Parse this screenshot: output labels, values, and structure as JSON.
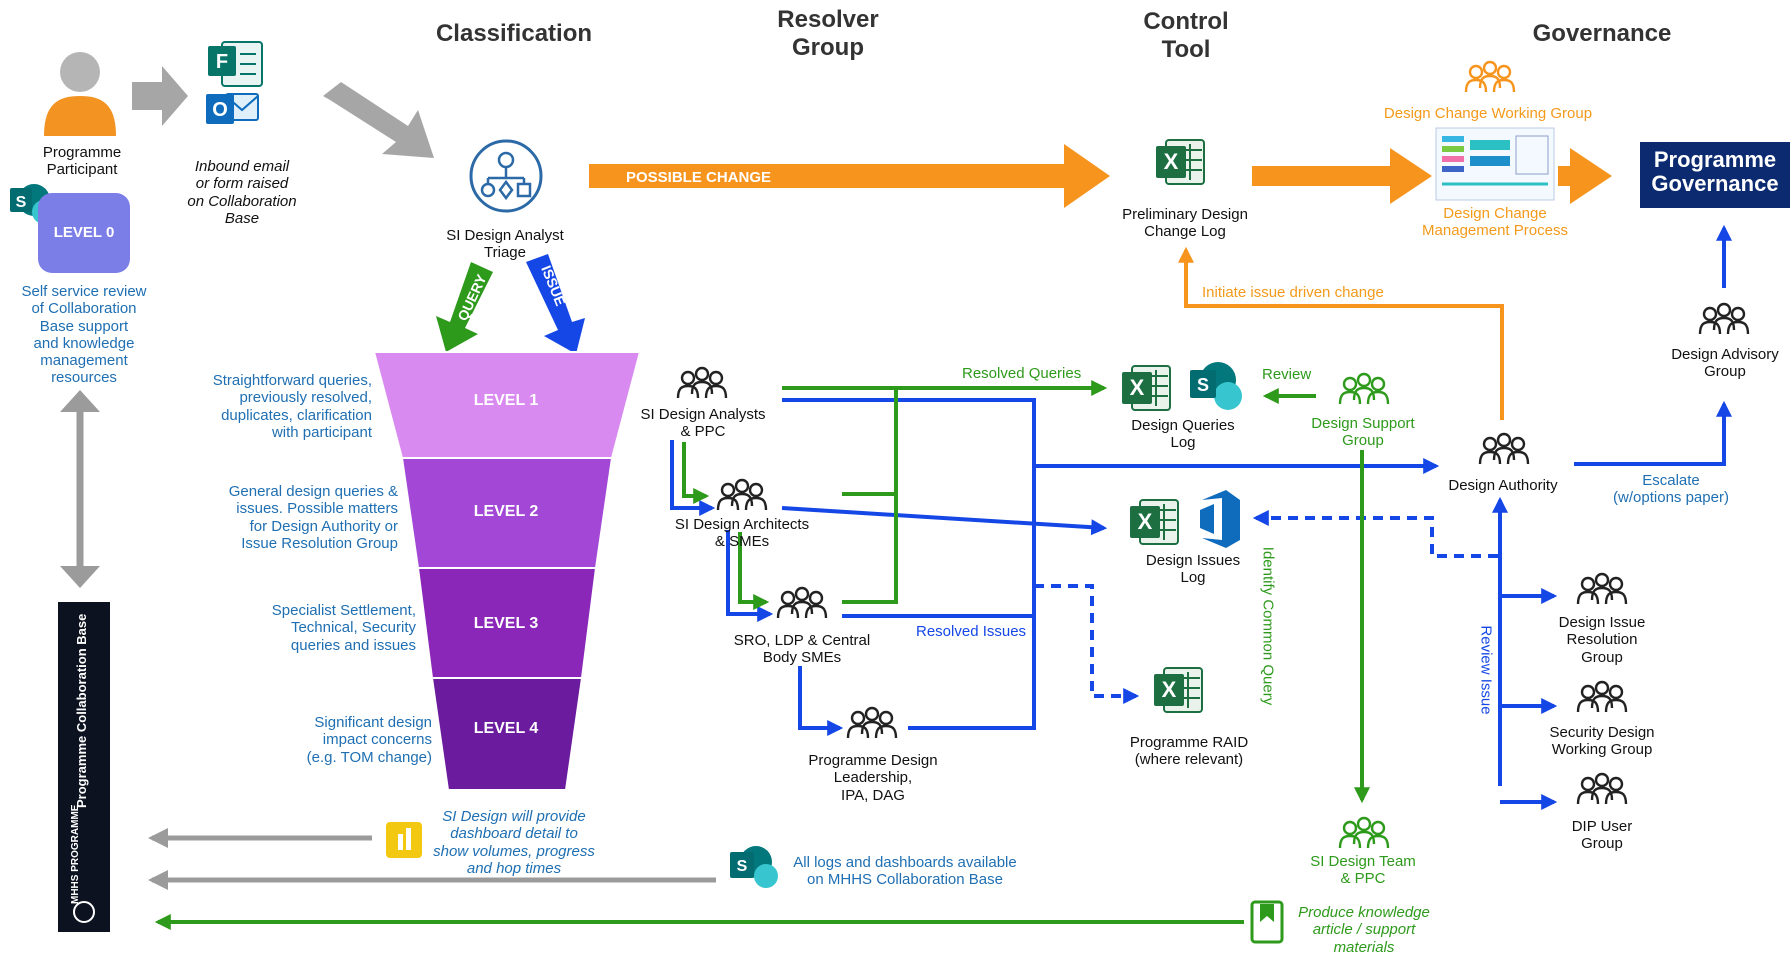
{
  "headers": {
    "classification": "Classification",
    "resolver_group": "Resolver\nGroup",
    "control_tool": "Control\nTool",
    "governance": "Governance"
  },
  "left": {
    "participant": "Programme\nParticipant",
    "inbound": "Inbound email\nor form raised\non Collaboration\nBase",
    "level0": "LEVEL 0",
    "self_service": "Self service review\nof Collaboration\nBase support\nand knowledge\nmanagement\nresources",
    "sidebar_title": "Programme Collaboration Base",
    "sidebar_logo": "MHHS PROGRAMME"
  },
  "triage": {
    "label": "SI Design Analyst\nTriage",
    "query": "QUERY",
    "issue": "ISSUE"
  },
  "funnel": {
    "levels": [
      "LEVEL 1",
      "LEVEL 2",
      "LEVEL 3",
      "LEVEL 4"
    ],
    "desc": [
      "Straightforward queries,\npreviously resolved,\nduplicates, clarification\nwith participant",
      "General design queries &\nissues. Possible matters\nfor Design Authority or\nIssue Resolution Group",
      "Specialist Settlement,\nTechnical, Security\nqueries and issues",
      "Significant design\nimpact concerns\n(e.g. TOM change)"
    ],
    "colors": [
      "#d98af0",
      "#a348d6",
      "#8a27b8",
      "#6b1b9e"
    ]
  },
  "resolver": {
    "analysts": "SI Design Analysts\n& PPC",
    "architects": "SI Design Architects\n& SMEs",
    "sro": "SRO, LDP & Central\nBody SMEs",
    "leadership": "Programme Design\nLeadership,\nIPA, DAG"
  },
  "flows": {
    "possible_change": "POSSIBLE CHANGE",
    "resolved_queries": "Resolved Queries",
    "resolved_issues": "Resolved Issues",
    "initiate": "Initiate issue driven change",
    "review": "Review",
    "identify_common": "Identify Common Query",
    "review_issue": "Review Issue",
    "escalate": "Escalate\n(w/options paper)"
  },
  "tools": {
    "prelim_log": "Preliminary Design\nChange Log",
    "queries_log": "Design Queries\nLog",
    "issues_log": "Design Issues\nLog",
    "raid": "Programme RAID\n(where relevant)"
  },
  "groups": {
    "dcwg": "Design Change Working Group",
    "dcmp": "Design Change\nManagement Process",
    "programme_governance": "Programme\nGovernance",
    "dag": "Design Advisory\nGroup",
    "design_authority": "Design Authority",
    "design_support": "Design Support\nGroup",
    "irg": "Design Issue\nResolution\nGroup",
    "security": "Security Design\nWorking Group",
    "dip": "DIP User\nGroup",
    "si_team": "SI Design Team\n& PPC"
  },
  "bottom": {
    "dashboard": "SI Design will provide\ndashboard detail to\nshow volumes, progress\nand hop times",
    "logs_available": "All logs and dashboards available\non MHHS Collaboration Base",
    "produce": "Produce knowledge\narticle / support\nmaterials"
  },
  "colors": {
    "blue": "#1447e6",
    "green": "#2e9a1c",
    "orange": "#f7941d",
    "grey": "#9b9b9b",
    "navy": "#0b2a6f",
    "excel": "#1d6f42",
    "text_blue": "#1f6fb2"
  },
  "icons": [
    "person-icon",
    "forms-icon",
    "outlook-icon",
    "sharepoint-icon",
    "triage-icon",
    "excel-icon",
    "devops-icon",
    "people-group-icon",
    "powerbi-icon",
    "book-icon"
  ]
}
